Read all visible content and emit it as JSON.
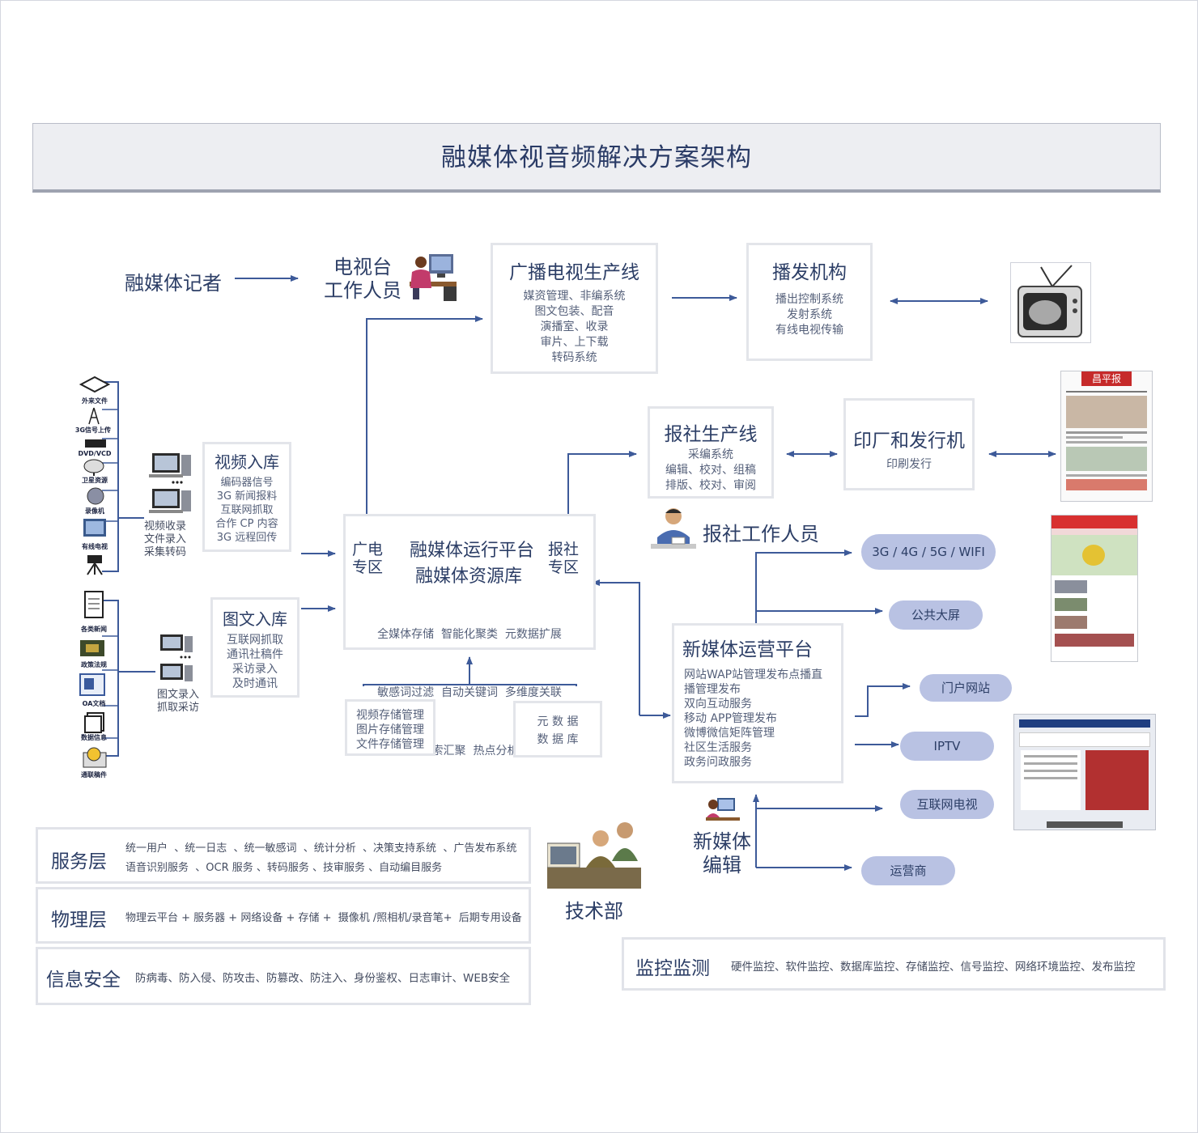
{
  "title": "融媒体视音频解决方案架构",
  "reporter": "融媒体记者",
  "tv_staff": [
    "电视台",
    "工作人员"
  ],
  "broadcast_line": {
    "title": "广播电视生产线",
    "items": [
      "媒资管理、非编系统",
      "图文包装、配音",
      "演播室、收录",
      "审片、上下载",
      "转码系统"
    ]
  },
  "broadcast_org": {
    "title": "播发机构",
    "items": [
      "播出控制系统",
      "发射系统",
      "有线电视传输"
    ]
  },
  "newspaper_line": {
    "title": "报社生产线",
    "items": [
      "采编系统",
      "编辑、校对、组稿",
      "排版、校对、审阅"
    ]
  },
  "print": {
    "title": "印厂和发行机",
    "items": [
      "印刷发行"
    ]
  },
  "news_staff": "报社工作人员",
  "video_ingest": {
    "title": "视频入库",
    "items": [
      "编码器信号",
      "3G 新闻报料",
      "互联网抓取",
      "合作 CP 内容",
      "3G 远程回传"
    ]
  },
  "video_ingest_caption": [
    "视频收录",
    "文件录入",
    "采集转码"
  ],
  "image_ingest": {
    "title": "图文入库",
    "items": [
      "互联网抓取",
      "通讯社稿件",
      "采访录入",
      "及时通讯"
    ]
  },
  "image_ingest_caption": [
    "图文录入",
    "抓取采访"
  ],
  "platform": {
    "left_zone": [
      "广电",
      "专区"
    ],
    "right_zone": [
      "报社",
      "专区"
    ],
    "title1": "融媒体运行平台",
    "title2": "融媒体资源库",
    "rows": [
      "全媒体存储  智能化聚类  元数据扩展",
      "敏感词过滤  自动关键词  多维度关联",
      "舆情监控  线索汇聚  热点分析  统计分析"
    ]
  },
  "storage": [
    "视频存储管理",
    "图片存储管理",
    "文件存储管理"
  ],
  "metadata": [
    "元 数 据",
    "数 据 库"
  ],
  "new_media": {
    "title": "新媒体运营平台",
    "items": [
      "网站WAP站管理发布点播直",
      "播管理发布",
      "双向互动服务",
      "移动 APP管理发布",
      "微博微信矩阵管理",
      "社区生活服务",
      "政务问政服务"
    ]
  },
  "new_media_editor": [
    "新媒体",
    "编辑"
  ],
  "tech_dept": "技术部",
  "channels": {
    "network": "3G / 4G / 5G / WIFI",
    "screen": "公共大屏",
    "portal": "门户网站",
    "iptv": "IPTV",
    "internet_tv": "互联网电视",
    "operator": "运营商"
  },
  "sources_top": [
    "外来文件",
    "3G信号上传",
    "DVD/VCD",
    "卫星资源",
    "录像机",
    "有线电视"
  ],
  "sources_bottom": [
    "各类新闻",
    "政策法规",
    "OA文档",
    "数据信息",
    "通联稿件"
  ],
  "newspaper_masthead": "昌平报",
  "layers": {
    "service": {
      "title": "服务层",
      "line1": "统一用户  、统一日志  、统一敏感词  、统计分析  、决策支持系统  、广告发布系统",
      "line2": "语音识别服务  、OCR 服务 、转码服务 、技审服务 、自动编目服务"
    },
    "physical": {
      "title": "物理层",
      "line": "物理云平台 + 服务器 + 网络设备 + 存储 +  摄像机 /照相机/录音笔+  后期专用设备"
    },
    "security": {
      "title": "信息安全",
      "line": "防病毒、防入侵、防攻击、防篡改、防注入、身份鉴权、日志审计、WEB安全"
    },
    "monitor": {
      "title": "监控监测",
      "line": "硬件监控、软件监控、数据库监控、存储监控、信号监控、网络环境监控、发布监控"
    }
  },
  "colors": {
    "accent": "#2c3e66",
    "arrow": "#3d5a99",
    "pill": "#b9c2e3"
  }
}
